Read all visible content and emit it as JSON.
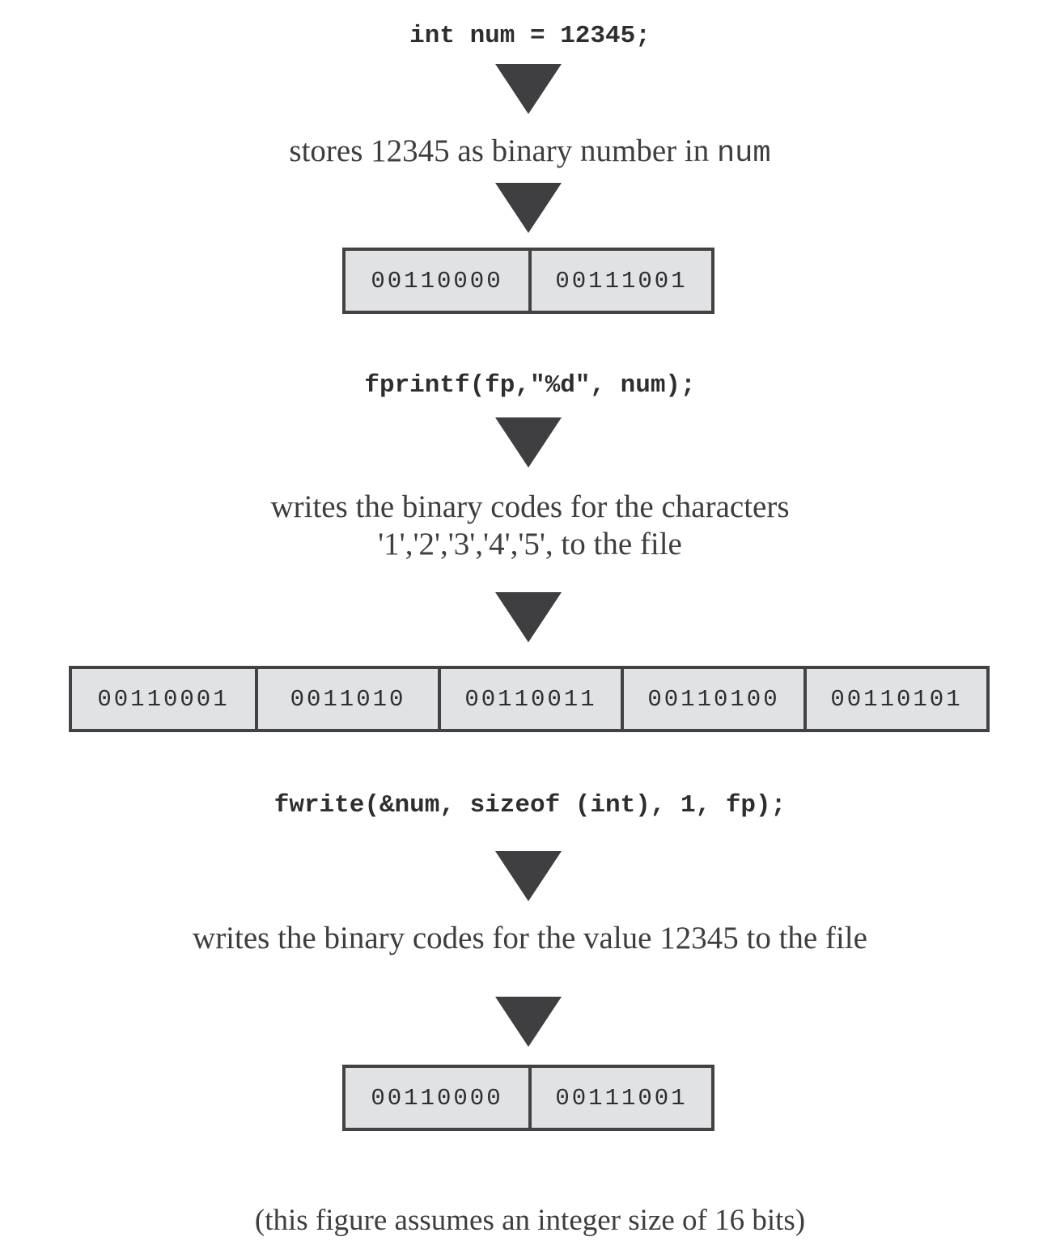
{
  "steps": {
    "declaration": "int num = 12345;",
    "store_text": "stores 12345 as binary number in ",
    "store_var": "num",
    "fprintf_call": "fprintf(fp,\"%d\", num);",
    "fprintf_text_line1": "writes the binary codes for the characters",
    "fprintf_text_line2": "'1','2','3','4','5', to the file",
    "fwrite_call": "fwrite(&num, sizeof (int), 1, fp);",
    "fwrite_text": "writes the binary codes for the value 12345 to the file",
    "footnote": "(this figure assumes an integer size of 16 bits)"
  },
  "memory_num": [
    "00110000",
    "00111001"
  ],
  "memory_text_file": [
    "00110001",
    "0011010",
    "00110011",
    "00110100",
    "00110101"
  ],
  "memory_binary_file": [
    "00110000",
    "00111001"
  ],
  "colors": {
    "arrow": "#3f3f41",
    "cell_fill": "#e1e2e4",
    "cell_border": "#424244"
  }
}
